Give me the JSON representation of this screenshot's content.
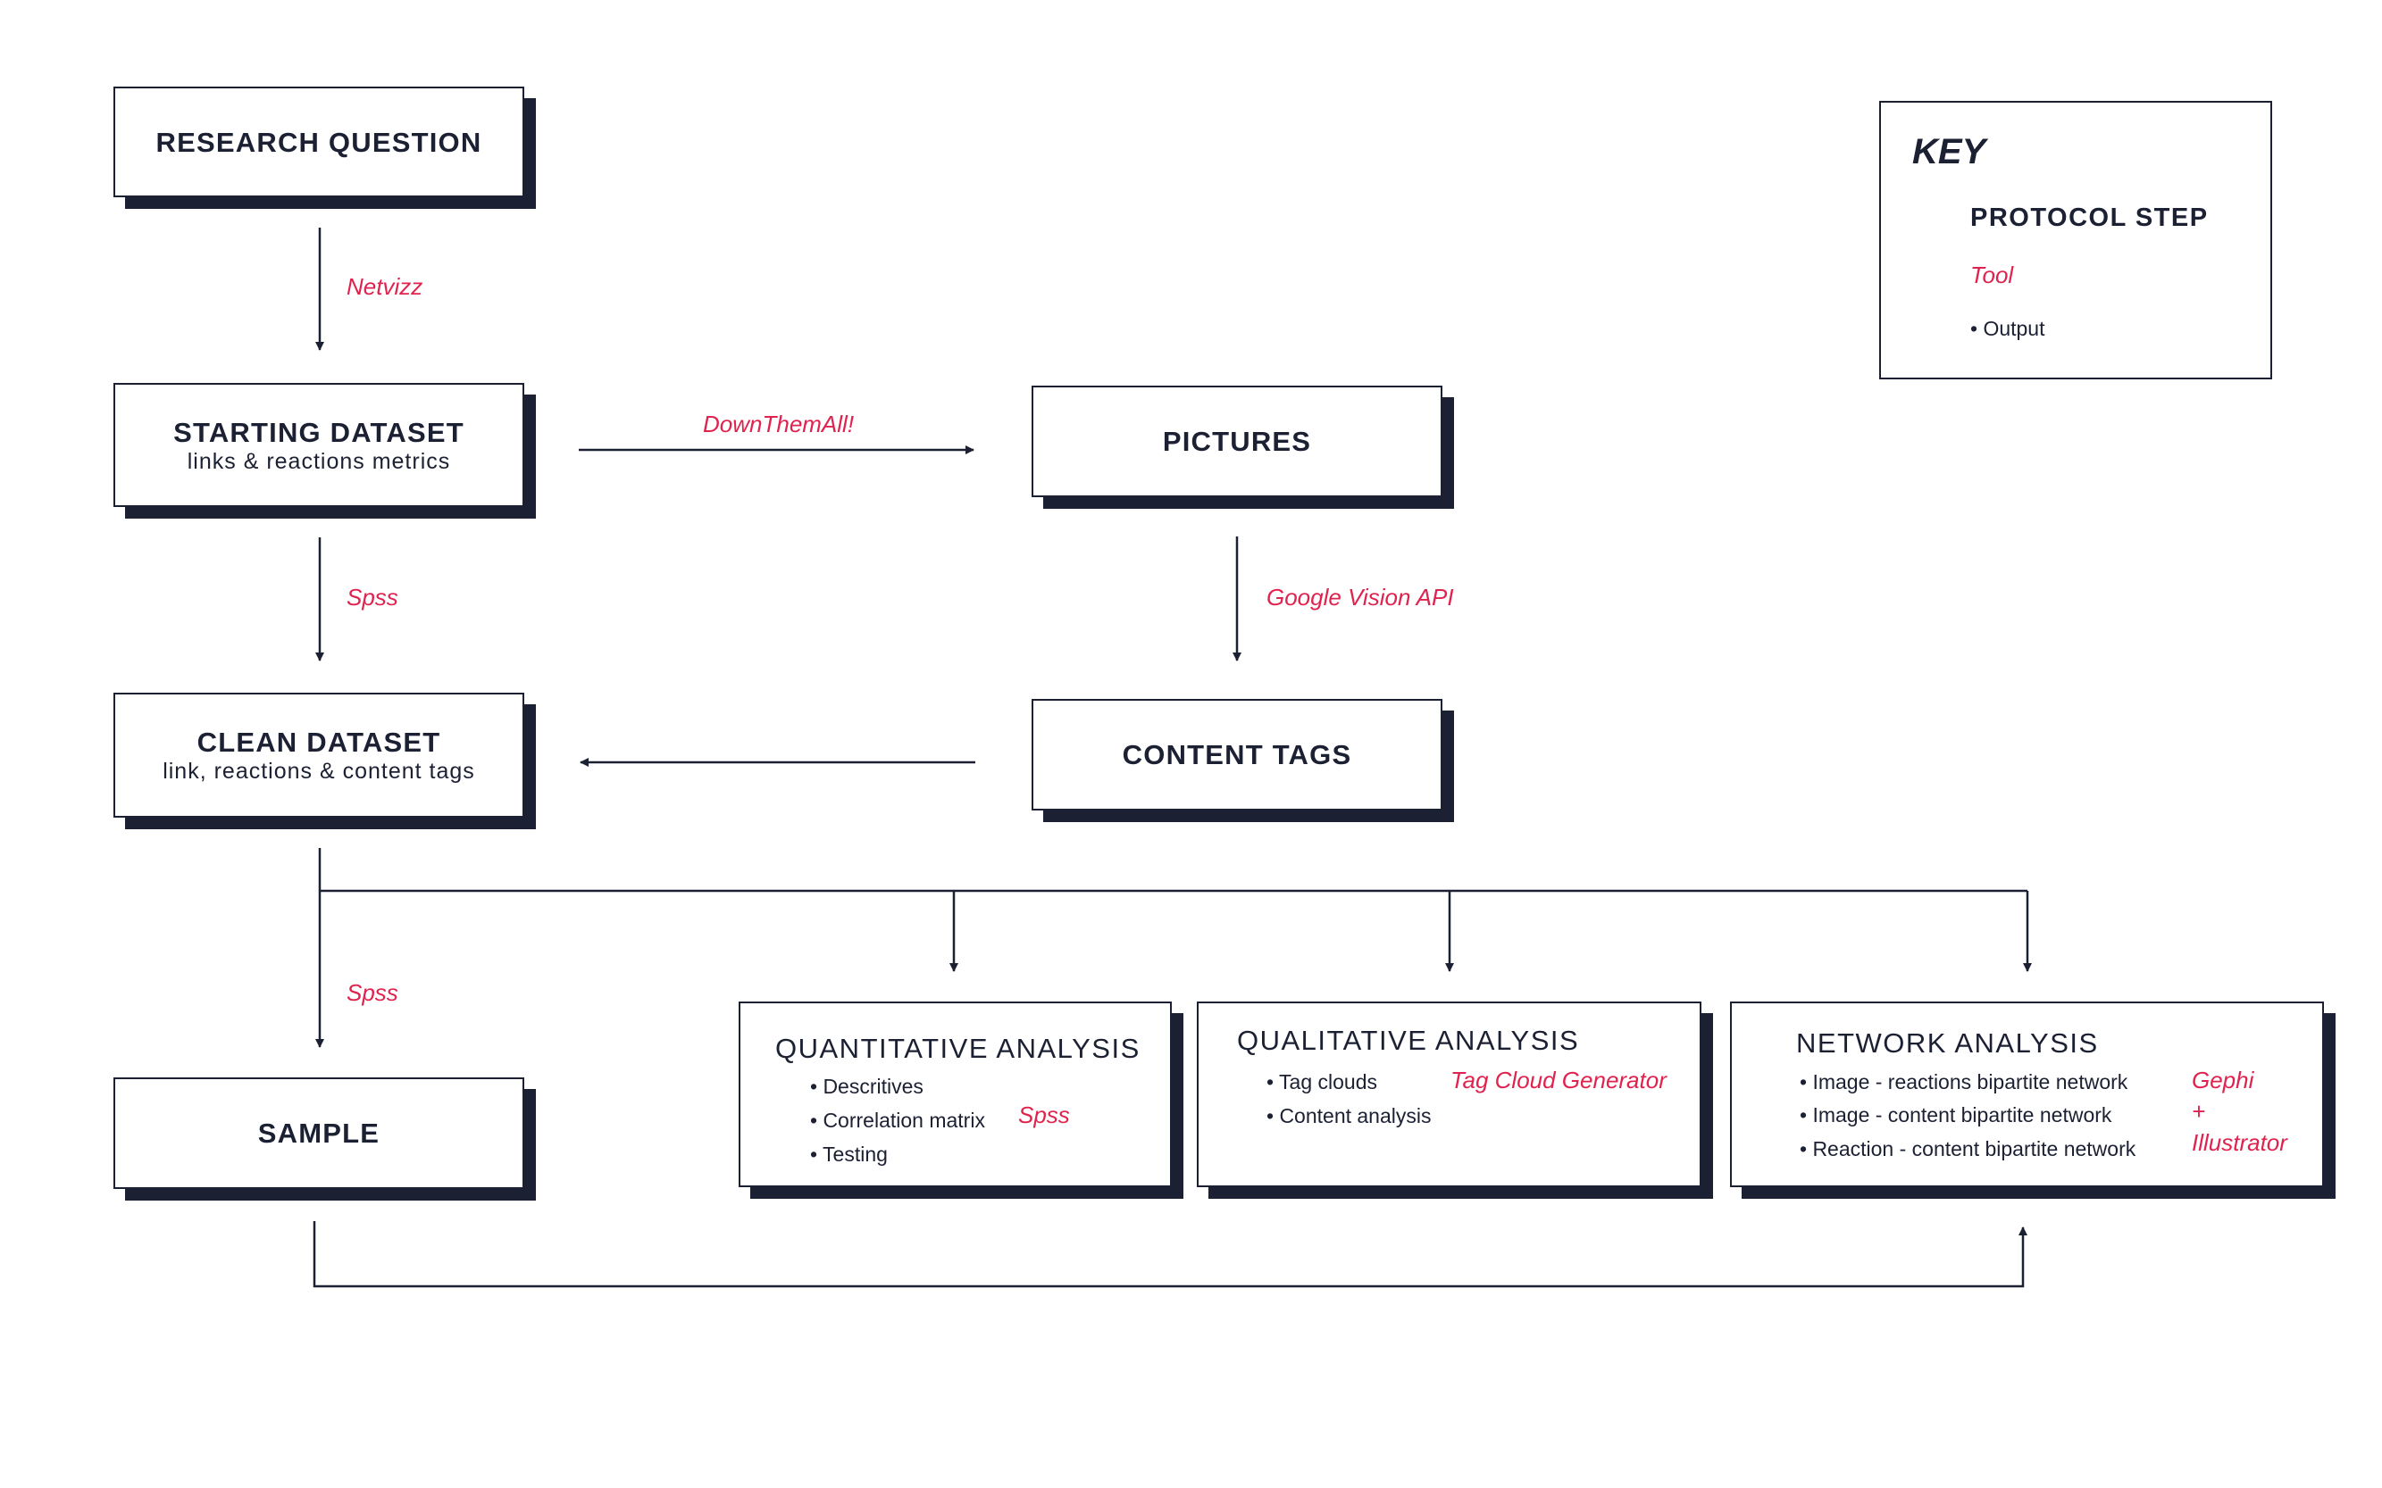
{
  "key": {
    "title": "KEY",
    "step": "PROTOCOL STEP",
    "tool": "Tool",
    "output": "• Output"
  },
  "steps": {
    "research_question": "RESEARCH QUESTION",
    "starting_dataset": {
      "title": "STARTING DATASET",
      "subtitle": "links & reactions metrics"
    },
    "pictures": "PICTURES",
    "content_tags": "CONTENT TAGS",
    "clean_dataset": {
      "title": "CLEAN DATASET",
      "subtitle": "link, reactions & content tags"
    },
    "sample": "SAMPLE"
  },
  "tools": {
    "netvizz": "Netvizz",
    "downthemall": "DownThemAll!",
    "spss_1": "Spss",
    "google_vision": "Google Vision API",
    "spss_2": "Spss"
  },
  "analyses": {
    "quantitative": {
      "title": "QUANTITATIVE ANALYSIS",
      "outputs": [
        "• Descritives",
        "• Correlation matrix",
        "• Testing"
      ],
      "tool": "Spss"
    },
    "qualitative": {
      "title": "QUALITATIVE ANALYSIS",
      "outputs": [
        "• Tag clouds",
        "• Content analysis"
      ],
      "tool": "Tag Cloud Generator"
    },
    "network": {
      "title": "NETWORK ANALYSIS",
      "outputs": [
        "• Image - reactions bipartite network",
        "• Image - content bipartite network",
        "• Reaction - content bipartite network"
      ],
      "tool_lines": [
        "Gephi",
        "+",
        "Illustrator"
      ]
    }
  },
  "colors": {
    "ink": "#1c2033",
    "tool": "#e0234e"
  }
}
